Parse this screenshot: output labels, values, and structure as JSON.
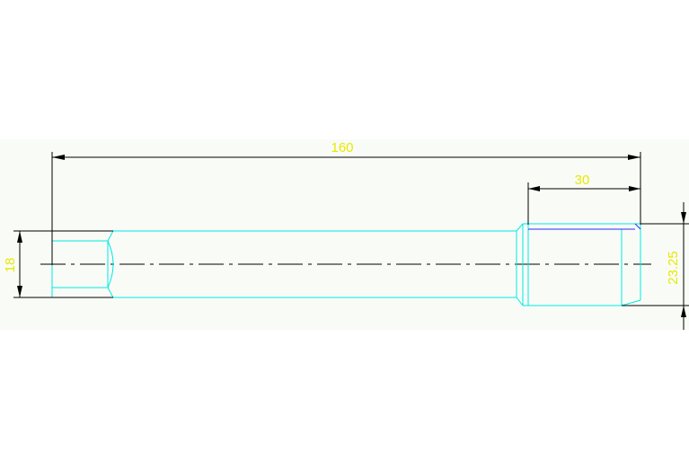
{
  "drawing": {
    "dimensions": {
      "overall_length": "160",
      "thread_length": "30",
      "shaft_diameter": "18",
      "head_diameter": "23.25"
    },
    "colors": {
      "background": "#ffffff",
      "drawing_band": "#f9fcf6",
      "part_outline": "#00e8e8",
      "dimension_line": "#000000",
      "dimension_text": "#e8e800",
      "center_line": "#000000",
      "thread_line": "#2a2aff"
    }
  }
}
